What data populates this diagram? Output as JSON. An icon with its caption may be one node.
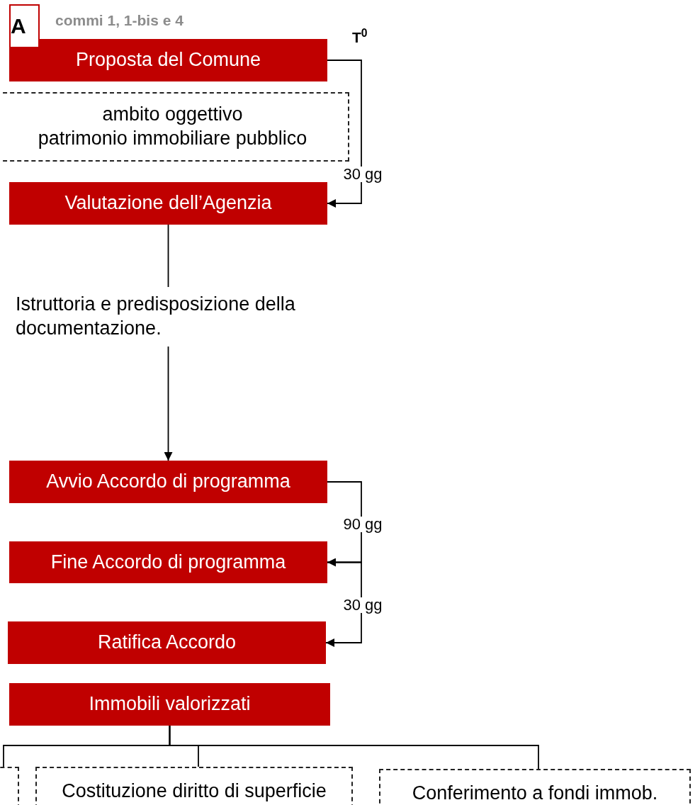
{
  "diagram": {
    "nodes": [
      {
        "text": [
          "A"
        ]
      },
      {
        "text": [
          "Proposta del Comune"
        ]
      },
      {
        "text": [
          "ambito oggettivo",
          "patrimonio immobiliare pubblico"
        ]
      },
      {
        "text": [
          "Valutazione dell’Agenzia"
        ]
      },
      {
        "text": [
          "Istruttoria e predisposizione della documentazione."
        ]
      },
      {
        "text": [
          "Avvio Accordo di programma"
        ]
      },
      {
        "text": [
          "Fine Accordo di programma"
        ]
      },
      {
        "text": [
          "Ratifica Accordo"
        ]
      },
      {
        "text": [
          "Immobili valorizzati"
        ]
      },
      {
        "text": [],
        "shape": "box"
      },
      {
        "text": [
          "Costituzione diritto di superficie"
        ]
      },
      {
        "text": [
          "Conferimento a fondi immob."
        ]
      }
    ],
    "edges": [
      {
        "from": 1,
        "to": 3,
        "arrow": "to",
        "label": "30 gg"
      },
      {
        "from": 3,
        "to": 4,
        "arrow": "none"
      },
      {
        "from": 4,
        "to": 5,
        "arrow": "to"
      },
      {
        "from": 5,
        "to": 6,
        "arrow": "to",
        "label": "90 gg"
      },
      {
        "from": 6,
        "to": 7,
        "arrow": "to",
        "label": "30 gg"
      },
      {
        "from": 8,
        "to": 9,
        "arrow": "none"
      },
      {
        "from": 8,
        "to": 10,
        "arrow": "none"
      },
      {
        "from": 8,
        "to": 11,
        "arrow": "none"
      }
    ],
    "labels": [
      "commi 1, 1-bis e 4",
      "T$^{0}$"
    ]
  }
}
